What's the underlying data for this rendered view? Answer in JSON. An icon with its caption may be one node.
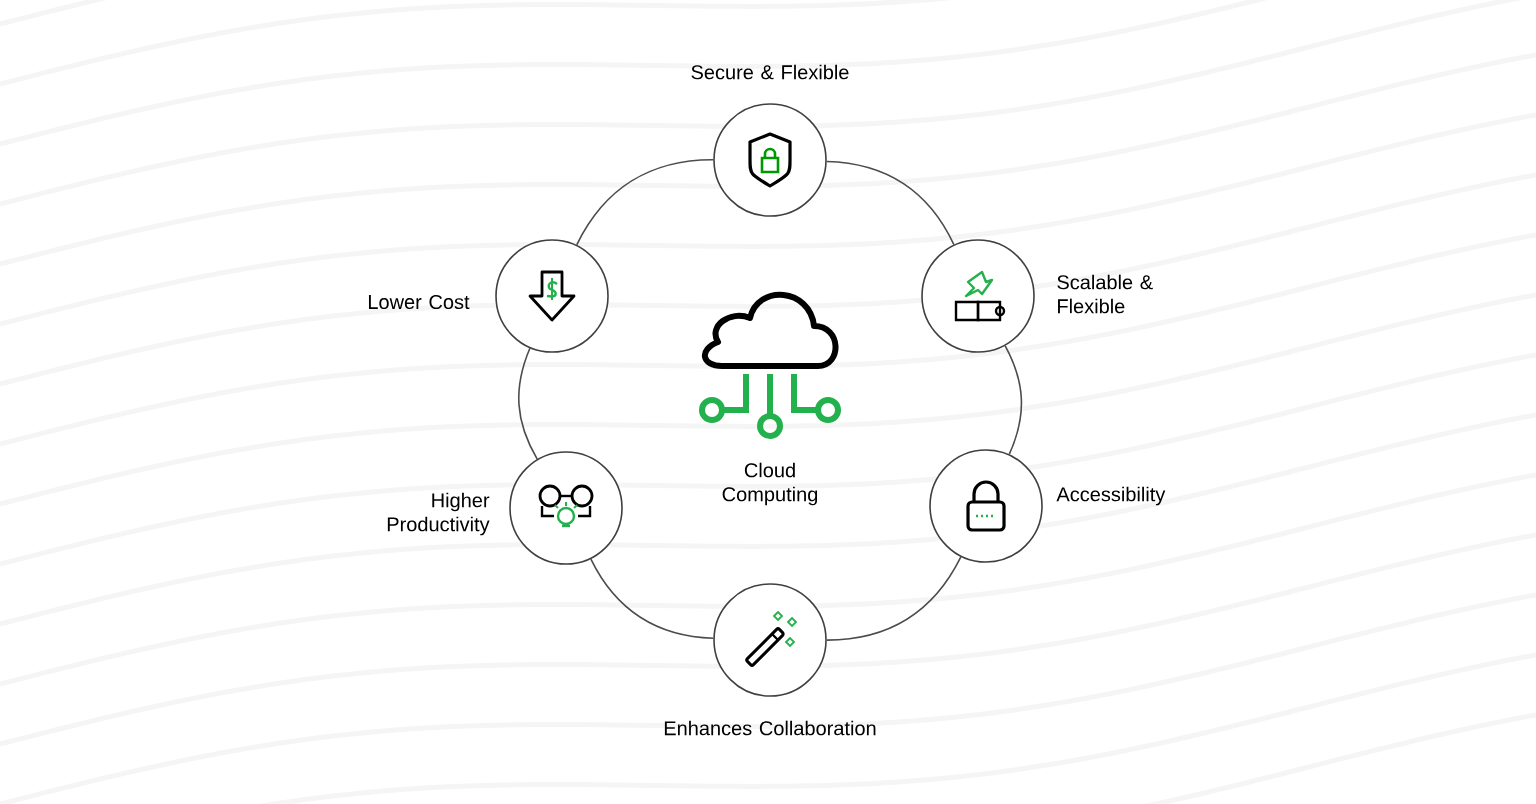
{
  "diagram": {
    "nodes": [
      {
        "text": [
          "Cloud Computing"
        ]
      },
      {
        "text": [
          "Secure & Flexible"
        ]
      },
      {
        "text": [
          "Scalable & Flexible"
        ]
      },
      {
        "text": [
          "Accessibility"
        ]
      },
      {
        "text": [
          "Enhances Collaboration"
        ]
      },
      {
        "text": [
          "Higher Productivity"
        ]
      },
      {
        "text": [
          "Lower Cost"
        ]
      }
    ],
    "edges": [
      {
        "from": 1,
        "to": 2,
        "arrow": "none"
      },
      {
        "from": 2,
        "to": 3,
        "arrow": "none"
      },
      {
        "from": 3,
        "to": 4,
        "arrow": "none"
      },
      {
        "from": 4,
        "to": 5,
        "arrow": "none"
      },
      {
        "from": 5,
        "to": 6,
        "arrow": "none"
      },
      {
        "from": 6,
        "to": 1,
        "arrow": "none"
      }
    ]
  }
}
